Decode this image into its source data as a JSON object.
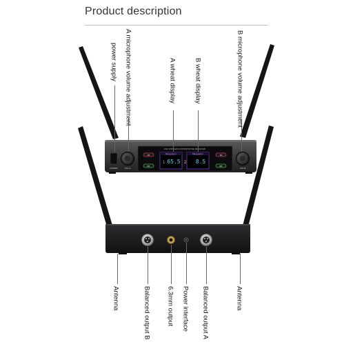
{
  "title": "Product description",
  "front_labels": {
    "power_supply": "power supply",
    "a_mic_volume": "A microphone volume adjustment",
    "a_wheat_display": "A wheat display",
    "b_wheat_display": "B wheat display",
    "b_mic_volume": "B microphone volume adjustment"
  },
  "rear_labels": {
    "antenna_left": "Antenna",
    "balanced_output_b": "Balanced output B",
    "jack_output": "6.3mm output",
    "power_interface": "Power interface",
    "balanced_output_a": "Balanced output A",
    "antenna_right": "Antenna"
  },
  "device": {
    "panel_header": "UHF WIRELESS MICROPHONE RECEIVER",
    "power_label": "POWER",
    "vol_a_label": "VOL.A",
    "vol_b_label": "VOL.B",
    "display_a_value": "65.5",
    "display_b_value": "8.5",
    "channel_a_marker": "1",
    "channel_b_marker": "2",
    "display_a_freq": "FREQUENCY",
    "display_b_freq": "FREQUENCY",
    "btn_af_a": "AF",
    "btn_rf_a": "RF",
    "btn_af_b": "AF",
    "btn_rf_b": "RF"
  }
}
